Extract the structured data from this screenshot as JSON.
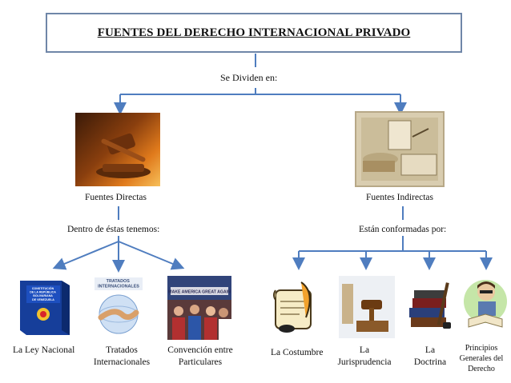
{
  "title": "FUENTES DEL DERECHO INTERNACIONAL PRIVADO",
  "divide_label": "Se Dividen en:",
  "left": {
    "label": "Fuentes Directas",
    "sub_label": "Dentro de éstas tenemos:",
    "items": [
      {
        "label": "La Ley Nacional",
        "icon": "constitution-book-icon",
        "book_text": "CONSTITUCIÓN DE LA REPÚBLICA BOLIVARIANA DE VENEZUELA"
      },
      {
        "label": "Tratados Internacionales",
        "icon": "handshake-globe-icon",
        "banner": "TRATADOS INTERNACIONALES"
      },
      {
        "label": "Convención entre Particulares",
        "icon": "convention-crowd-icon",
        "sign": "MAKE AMERICA GREAT AGAIN"
      }
    ]
  },
  "right": {
    "label": "Fuentes Indirectas",
    "sub_label": "Están conformadas por:",
    "items": [
      {
        "label": "La Costumbre",
        "icon": "scroll-quill-icon"
      },
      {
        "label": "La Jurisprudencia",
        "icon": "gavel-books-icon"
      },
      {
        "label": "La Doctrina",
        "icon": "stacked-books-icon"
      },
      {
        "label": "Principios Generales del Derecho",
        "icon": "thinker-book-icon"
      }
    ]
  },
  "colors": {
    "arrow": "#4f7dbf",
    "box_border": "#6f86a8"
  }
}
